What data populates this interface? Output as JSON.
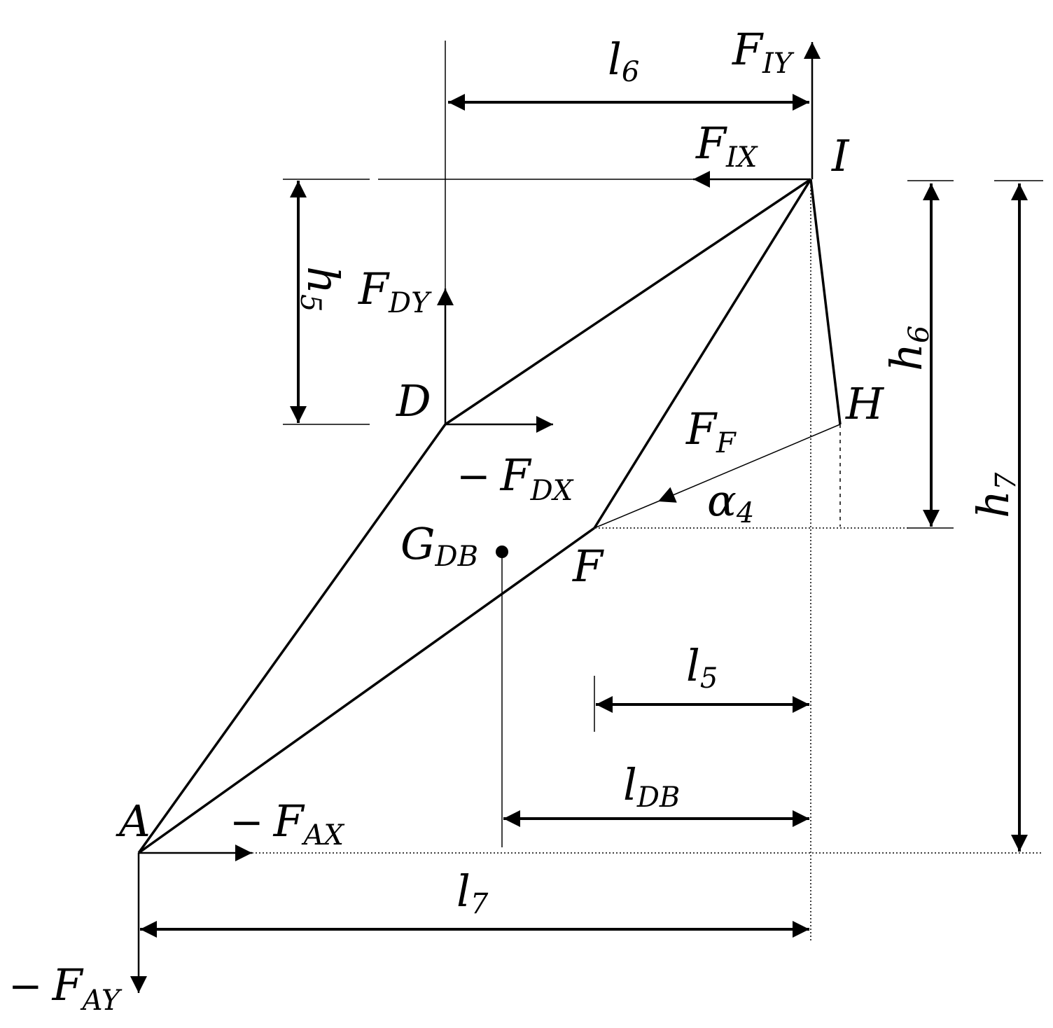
{
  "points": {
    "A": "A",
    "D": "D",
    "F": "F",
    "H": "H",
    "I": "I"
  },
  "forces": {
    "F_IY": {
      "main": "F",
      "sub": "IY"
    },
    "F_IX": {
      "main": "F",
      "sub": "IX"
    },
    "F_DY": {
      "main": "F",
      "sub": "DY"
    },
    "F_DX": {
      "minus": "−",
      "main": "F",
      "sub": "DX"
    },
    "F_F": {
      "main": "F",
      "sub": "F"
    },
    "F_AX": {
      "minus": "−",
      "main": "F",
      "sub": "AX"
    },
    "F_AY": {
      "minus": "−",
      "main": "F",
      "sub": "AY"
    },
    "G_DB": {
      "main": "G",
      "sub": "DB"
    }
  },
  "angle": {
    "main": "α",
    "sub": "4"
  },
  "dimensions": {
    "l6": {
      "main": "l",
      "sub": "6"
    },
    "l5": {
      "main": "l",
      "sub": "5"
    },
    "lDB": {
      "main": "l",
      "sub": "DB"
    },
    "l7": {
      "main": "l",
      "sub": "7"
    },
    "h5": {
      "main": "h",
      "sub": "5"
    },
    "h6": {
      "main": "h",
      "sub": "6"
    },
    "h7": {
      "main": "h",
      "sub": "7"
    }
  },
  "colors": {
    "ink": "#000000",
    "background": "#ffffff"
  }
}
